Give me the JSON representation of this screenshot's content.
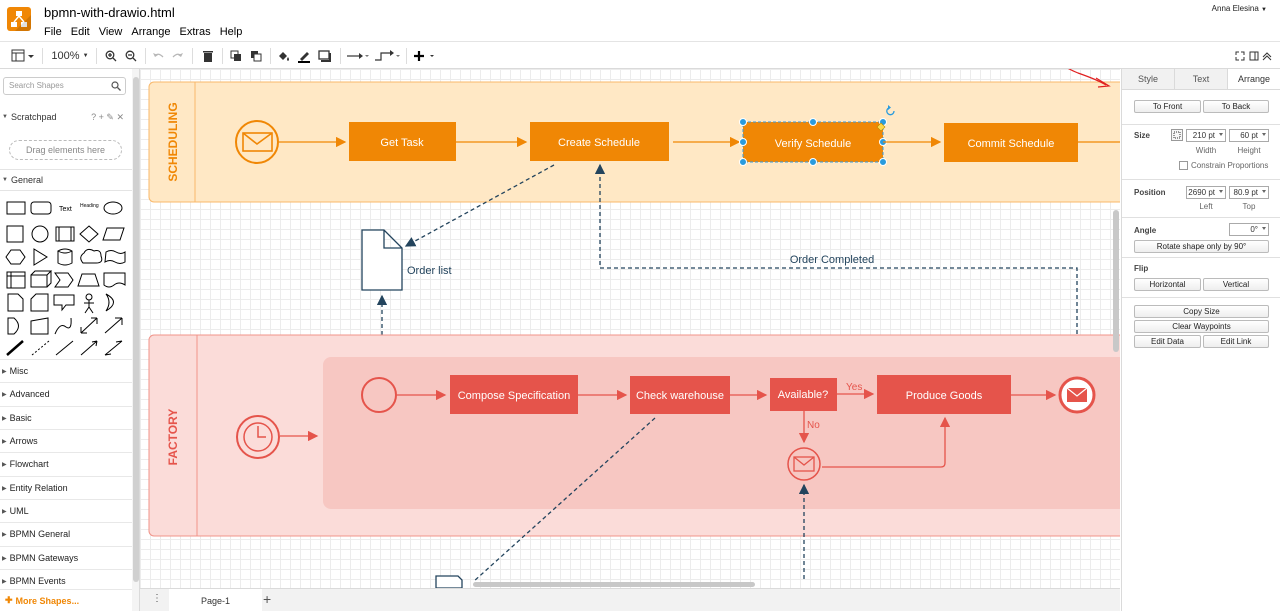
{
  "app": {
    "file_title": "bpmn-with-drawio.html",
    "user": "Anna Elesina"
  },
  "menu": [
    "File",
    "Edit",
    "View",
    "Arrange",
    "Extras",
    "Help"
  ],
  "toolbar": {
    "zoom": "100%"
  },
  "sidebar": {
    "search_placeholder": "Search Shapes",
    "scratchpad": "Scratchpad",
    "drag_hint": "Drag elements here",
    "general": "General",
    "text_shape": "Text",
    "heading_shape": "Heading",
    "palettes": [
      "Misc",
      "Advanced",
      "Basic",
      "Arrows",
      "Flowchart",
      "Entity Relation",
      "UML",
      "BPMN General",
      "BPMN Gateways",
      "BPMN Events"
    ],
    "more_shapes": "More Shapes..."
  },
  "diagram": {
    "pools": {
      "scheduling": "SCHEDULING",
      "factory": "FACTORY"
    },
    "tasks": {
      "get_task": "Get Task",
      "create_schedule": "Create Schedule",
      "verify_schedule": "Verify Schedule",
      "commit_schedule": "Commit Schedule",
      "compose_spec": "Compose Specification",
      "check_warehouse": "Check warehouse",
      "available": "Available?",
      "produce_goods": "Produce Goods"
    },
    "labels": {
      "order_list": "Order list",
      "order_completed": "Order Completed",
      "yes": "Yes",
      "no": "No"
    },
    "colors": {
      "orange": "#f08705",
      "orange_pool": "#ffe8c5",
      "red": "#e5544b",
      "red_pool": "#fbdcd9",
      "dark_blue": "#23445d"
    }
  },
  "pagebar": {
    "page": "Page-1"
  },
  "format_panel": {
    "tabs": [
      "Style",
      "Text",
      "Arrange"
    ],
    "to_front": "To Front",
    "to_back": "To Back",
    "size": "Size",
    "width": "210 pt",
    "height": "60 pt",
    "width_label": "Width",
    "height_label": "Height",
    "constrain": "Constrain Proportions",
    "position": "Position",
    "left": "2690 pt",
    "top": "80.9 pt",
    "left_label": "Left",
    "top_label": "Top",
    "angle": "Angle",
    "angle_value": "0°",
    "rotate_btn": "Rotate shape only by 90°",
    "flip": "Flip",
    "horizontal": "Horizontal",
    "vertical": "Vertical",
    "copy_size": "Copy Size",
    "clear_waypoints": "Clear Waypoints",
    "edit_data": "Edit Data",
    "edit_link": "Edit Link"
  }
}
